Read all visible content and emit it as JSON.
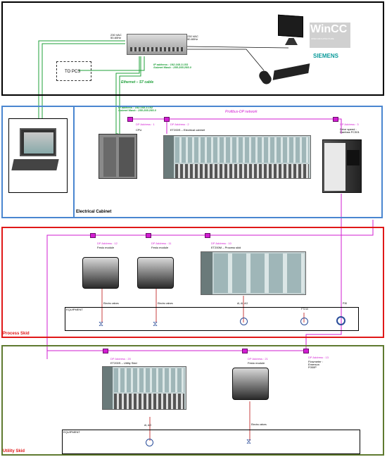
{
  "top": {
    "power_left": "230 VAC\n50-60Hz",
    "power_right": "230 VAC\n50-60Hz",
    "ip_server": "IP address : 192.168.3.153\nSubnet Mask : 255.255.255.0",
    "to_pcs": "TO PCS",
    "ethernet": "Ethernet – S7 cable",
    "wincc_logo": "WinCC OA",
    "wincc_sub": "OPEN ARCHITECTURE",
    "siemens": "SIEMENS"
  },
  "electrical": {
    "label": "Electrical Cabinet",
    "ip_cpu": "IP address : 192.168.3.152\nSubnet Mask : 255.255.255.0",
    "profibus": "Profibus-DP network",
    "cpu_addr": "DP Address : 1",
    "cpu_label": "CPU",
    "et200_addr": "DP Address : 2",
    "et200_label": "ET200S – Electrical cabinet",
    "drive_addr": "DP Address : 3",
    "drive_label": "Drive speed :\nDanfoss FC301"
  },
  "process": {
    "label": "Process Skid",
    "festo1_addr": "DP Address : 12",
    "festo1_label": "Festo module",
    "festo2_addr": "DP Address : 11",
    "festo2_label": "Festo module",
    "et200m_addr": "DP Address : 10",
    "et200m_label": "ET200M – Process skid",
    "equipment": "EQUIPMENT",
    "valves1": "Electro valves",
    "valves2": "Electro valves",
    "al_ao": "AI, AI, AO",
    "ft": "FT210",
    "p": "P30"
  },
  "utility": {
    "label": "Utility Skid",
    "et200_addr": "DP Address : 20",
    "et200_label": "ET200S – Utility Skid",
    "festo_addr": "DP Address : 21",
    "festo_label": "Festo module",
    "flow_addr": "DP Address : 13",
    "flow_label": "Flowmeter :\nEmerson\nF050P",
    "equipment": "EQUIPMENT",
    "al_ao": "AI, AO",
    "valves": "Electro valves"
  },
  "colors": {
    "profibus": "#d21cd2",
    "ethernet": "#1fa03a",
    "electrical_border": "#4a86d0",
    "process_border": "#e01818",
    "utility_border": "#5f7a30"
  }
}
